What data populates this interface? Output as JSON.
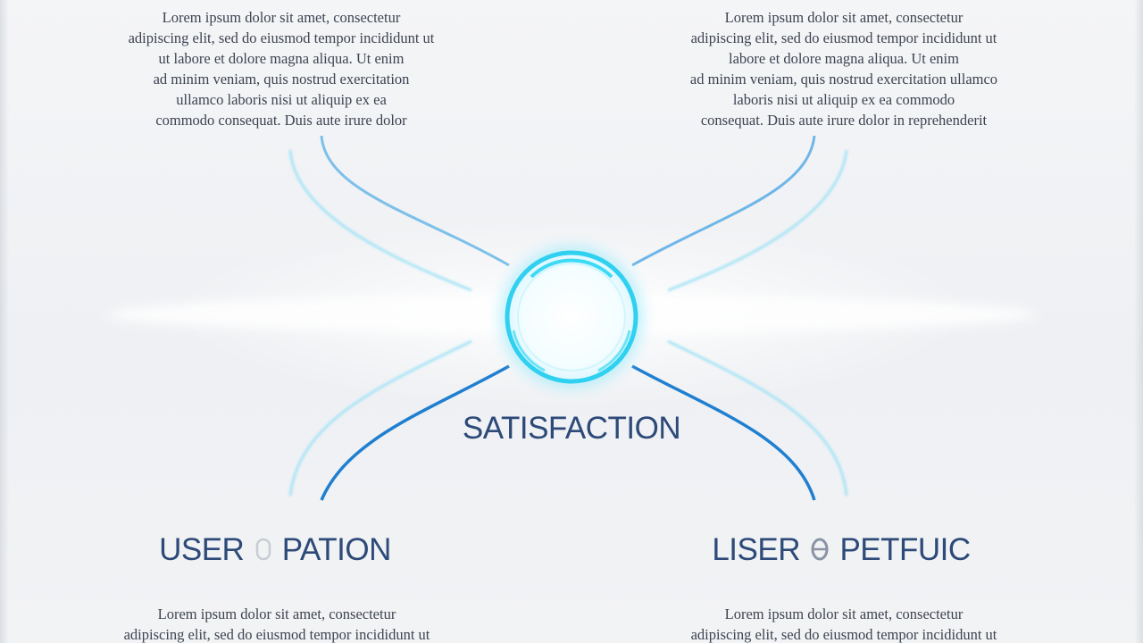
{
  "colors": {
    "label": "#2d4a78",
    "body_text": "#3d4350",
    "ring": "#2fd0f0",
    "line_dark": "#1f7fd0",
    "line_light": "#8fdcf5"
  },
  "top_left_text": "Lorem ipsum dolor sit amet, consectetur\nadipiscing elit, sed do eiusmod tempor incididunt ut\nut labore et dolore magna aliqua. Ut enim\nad minim veniam, quis nostrud exercitation\nullamco laboris nisi ut aliquip ex ea\ncommodo consequat. Duis aute irure dolor",
  "top_right_text": "Lorem ipsum dolor sit amet, consectetur\nadipiscing elit, sed do eiusmod tempor incididunt ut\nlabore et dolore magna aliqua. Ut enim\nad minim veniam, quis nostrud exercitation ullamco\nlaboris nisi ut aliquip ex ea commodo\nconsequat. Duis aute irure dolor in reprehenderit",
  "bottom_left_text": "Lorem ipsum dolor sit amet, consectetur\nadipiscing elit, sed do eiusmod tempor incididunt ut",
  "bottom_right_text": "Lorem ipsum dolor sit amet, consectetur\nadipiscing elit, sed do eiusmod tempor incididunt ut",
  "center_label": "SATISFACTION",
  "left_label": {
    "part1": "USER",
    "part2": "PATION"
  },
  "right_label": {
    "part1": "LISER",
    "part2": "PETFUIC"
  }
}
